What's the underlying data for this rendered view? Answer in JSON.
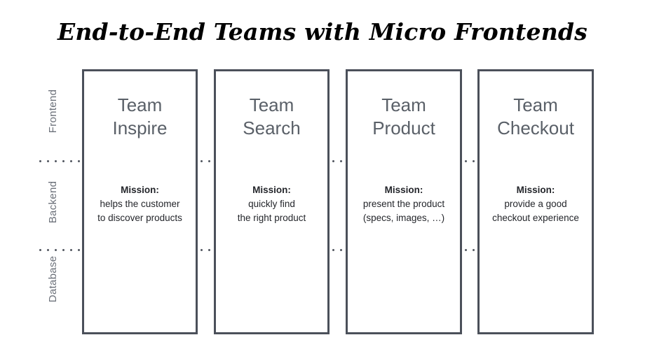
{
  "slide": {
    "title_plain": "End-to-End Teams with ",
    "title_accent": "Micro Frontends",
    "background_color": "#ffffff",
    "box_border_color": "#4b505a",
    "team_name_color": "#5a6068",
    "axis_label_color": "#6b7079",
    "dot_color": "#555a63"
  },
  "axis": {
    "labels": [
      {
        "name": "Frontend"
      },
      {
        "name": "Backend"
      },
      {
        "name": "Database"
      }
    ]
  },
  "teams": [
    {
      "name_line1": "Team",
      "name_line2": "Inspire",
      "mission_label": "Mission:",
      "mission_line1": "helps the customer",
      "mission_line2": "to discover products"
    },
    {
      "name_line1": "Team",
      "name_line2": "Search",
      "mission_label": "Mission:",
      "mission_line1": "quickly find",
      "mission_line2": "the right product"
    },
    {
      "name_line1": "Team",
      "name_line2": "Product",
      "mission_label": "Mission:",
      "mission_line1": "present the product",
      "mission_line2": "(specs, images, …)"
    },
    {
      "name_line1": "Team",
      "name_line2": "Checkout",
      "mission_label": "Mission:",
      "mission_line1": "provide a good",
      "mission_line2": "checkout experience"
    }
  ]
}
